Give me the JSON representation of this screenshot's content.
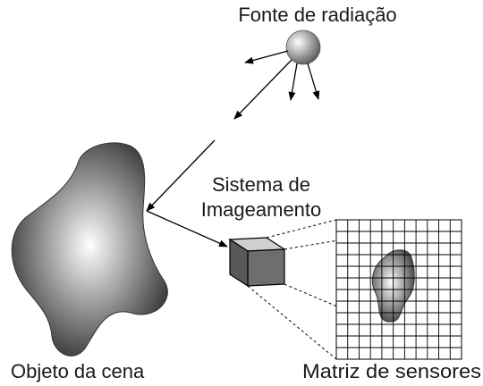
{
  "labels": {
    "source": "Fonte de radiação",
    "system_line1": "Sistema de",
    "system_line2": "Imageamento",
    "object": "Objeto da cena",
    "sensor": "Matriz de sensores"
  }
}
